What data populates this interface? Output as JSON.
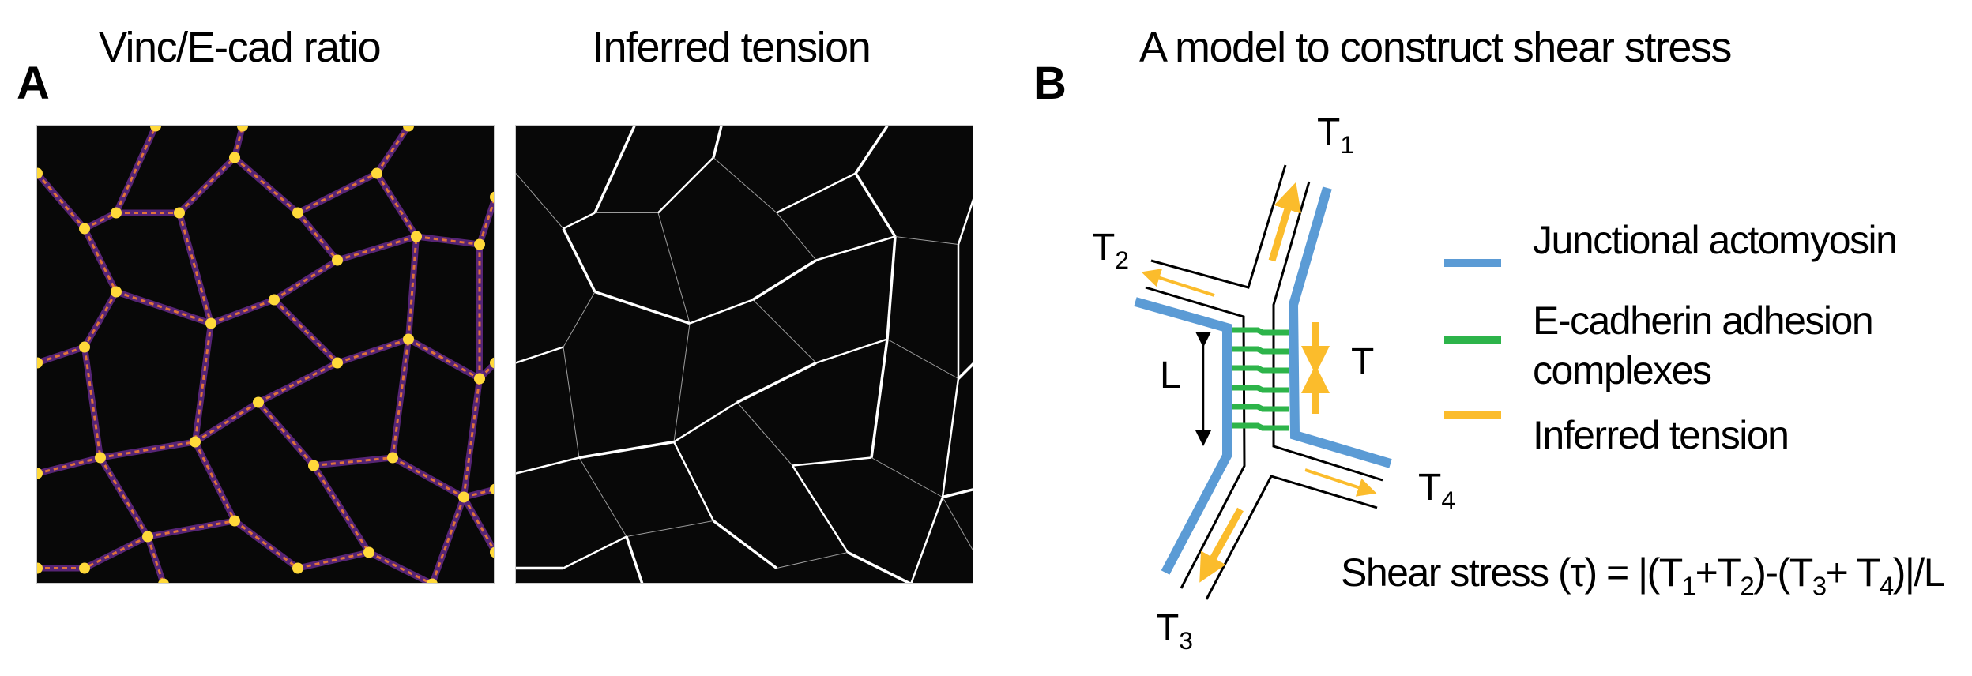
{
  "panel_a": {
    "label": "A",
    "titles": [
      "Vinc/E-cad ratio",
      "Inferred tension"
    ]
  },
  "panel_b": {
    "label": "B",
    "title": "A model to construct shear stress",
    "diagram_labels": {
      "t1": {
        "main": "T",
        "sub": "1"
      },
      "t2": {
        "main": "T",
        "sub": "2"
      },
      "t3": {
        "main": "T",
        "sub": "3"
      },
      "t4": {
        "main": "T",
        "sub": "4"
      },
      "t": "T",
      "l": "L"
    },
    "legend": [
      {
        "lines": [
          "Junctional actomyosin"
        ],
        "color": "#5b9bd5"
      },
      {
        "lines": [
          "E-cadherin adhesion",
          "complexes"
        ],
        "color": "#2db44a"
      },
      {
        "lines": [
          "Inferred tension"
        ],
        "color": "#fbbc2c"
      }
    ],
    "formula": [
      {
        "text": "Shear stress (τ) =  |(T",
        "sub": false
      },
      {
        "text": "1",
        "sub": true
      },
      {
        "text": "+T",
        "sub": false
      },
      {
        "text": "2",
        "sub": true
      },
      {
        "text": ")-(T",
        "sub": false
      },
      {
        "text": "3",
        "sub": true
      },
      {
        "text": "+ T",
        "sub": false
      },
      {
        "text": "4",
        "sub": true
      },
      {
        "text": ")|/L",
        "sub": false
      }
    ]
  }
}
